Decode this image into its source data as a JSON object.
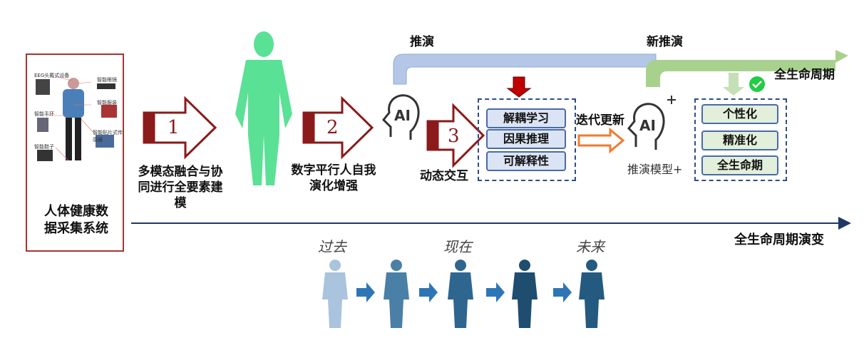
{
  "left_panel": {
    "title": "人体健康数据采集系统",
    "devices": [
      "EEG头戴式设备",
      "智能眼镜",
      "智能手环",
      "智能服装",
      "智能贴片式传感器",
      "智能鞋子"
    ]
  },
  "steps": [
    {
      "num": "1",
      "caption": "多模态融合与协同进行全要素建模"
    },
    {
      "num": "2",
      "caption": "数字平行人自我演化增强"
    },
    {
      "num": "3",
      "caption": "动态交互"
    }
  ],
  "ai_label": "AI",
  "top_arrows": {
    "left": "推演",
    "right": "新推演",
    "right_end": "全生命周期"
  },
  "methods": [
    "解耦学习",
    "因果推理",
    "可解释性"
  ],
  "update_label": "迭代更新",
  "model_label": "推演模型+",
  "plus": "+",
  "outcomes": [
    "个性化",
    "精准化",
    "全生命期"
  ],
  "timeline": {
    "label": "全生命周期演变",
    "eras": [
      "过去",
      "现在",
      "未来"
    ]
  },
  "colors": {
    "dark_red": "#8b1a1a",
    "navy": "#1f3864",
    "blue_arrow": "#b4c7e7",
    "green_arrow": "#a9d18e",
    "orange": "#ed7d31",
    "check": "#22cc44"
  }
}
